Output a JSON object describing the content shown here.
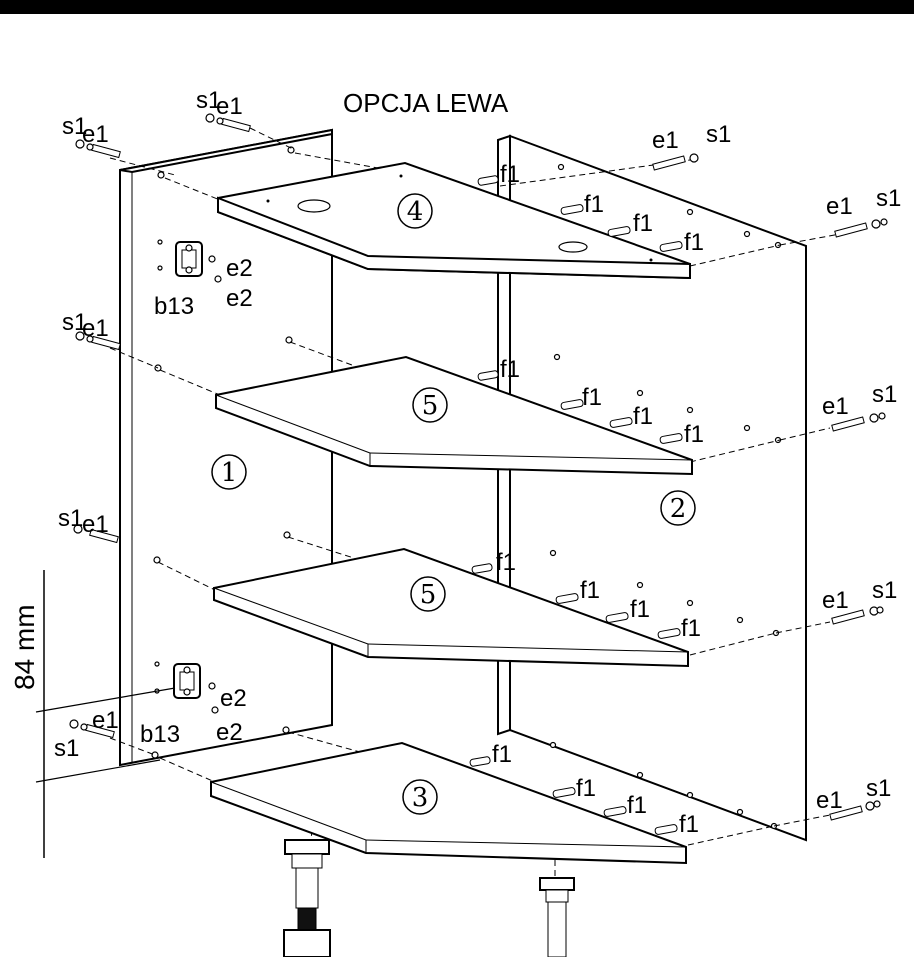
{
  "title": "OPCJA LEWA",
  "dimension": "84 mm",
  "part_numbers": [
    "1",
    "2",
    "3",
    "4",
    "5",
    "5"
  ],
  "hardware": {
    "screw": "e1",
    "washer": "s1",
    "dowel": "f1",
    "hinge_plate": "b13",
    "hinge_screw": "e2"
  },
  "colors": {
    "line": "#000000",
    "background": "#ffffff"
  },
  "icons": [
    "screw-icon",
    "washer-icon",
    "dowel-icon",
    "hinge-plate-icon",
    "leveling-foot-icon"
  ]
}
